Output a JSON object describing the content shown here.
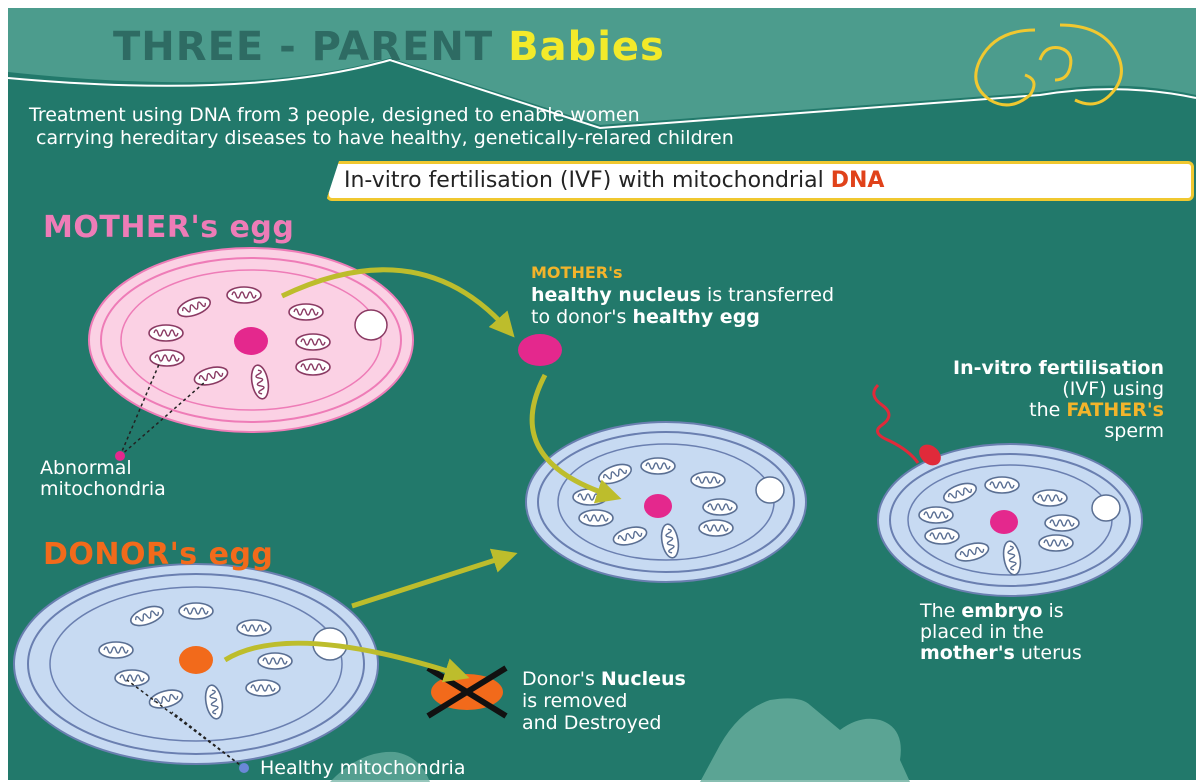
{
  "header": {
    "title_main": "THREE - PARENT",
    "title_highlight": "Babies",
    "subtitle_line1": "Treatment using DNA from 3 people, designed to enable women",
    "subtitle_line2": "carrying hereditary diseases to have healthy, genetically-relared children"
  },
  "banner": {
    "text": "In-vitro fertilisation (IVF) with mitochondrial",
    "highlight": "DNA"
  },
  "mother_egg": {
    "title": "MOTHER's egg",
    "label_line1": "Abnormal",
    "label_line2": "mitochondria"
  },
  "donor_egg": {
    "title": "DONOR's egg",
    "label": "Healthy mitochondria"
  },
  "transfer_step": {
    "heading": "MOTHER's",
    "line1_bold": "healthy nucleus",
    "line1_rest": " is transferred",
    "line2_start": "to donor's ",
    "line2_bold": "healthy egg"
  },
  "nucleus_step": {
    "line1_start": "Donor's ",
    "line1_bold": "Nucleus",
    "line2": "is removed",
    "line3": "and Destroyed"
  },
  "ivf_step": {
    "line1": "In-vitro fertilisation",
    "line2": "(IVF) using",
    "line3_start": "the ",
    "line3_highlight": "FATHER's",
    "line4": "sperm"
  },
  "embryo_step": {
    "line1_start": "The ",
    "line1_bold": "embryo",
    "line1_end": " is",
    "line2": "placed in the",
    "line3_bold": "mother's",
    "line3_end": " uterus"
  },
  "colors": {
    "background": "#22796b",
    "header_band": "#4c9c8d",
    "mother_pink": "#ee7cb7",
    "donor_orange": "#f26a1b",
    "nucleus_pink": "#e4288d",
    "arrow_olive": "#bdbd2c",
    "banner_border": "#f0c830"
  }
}
